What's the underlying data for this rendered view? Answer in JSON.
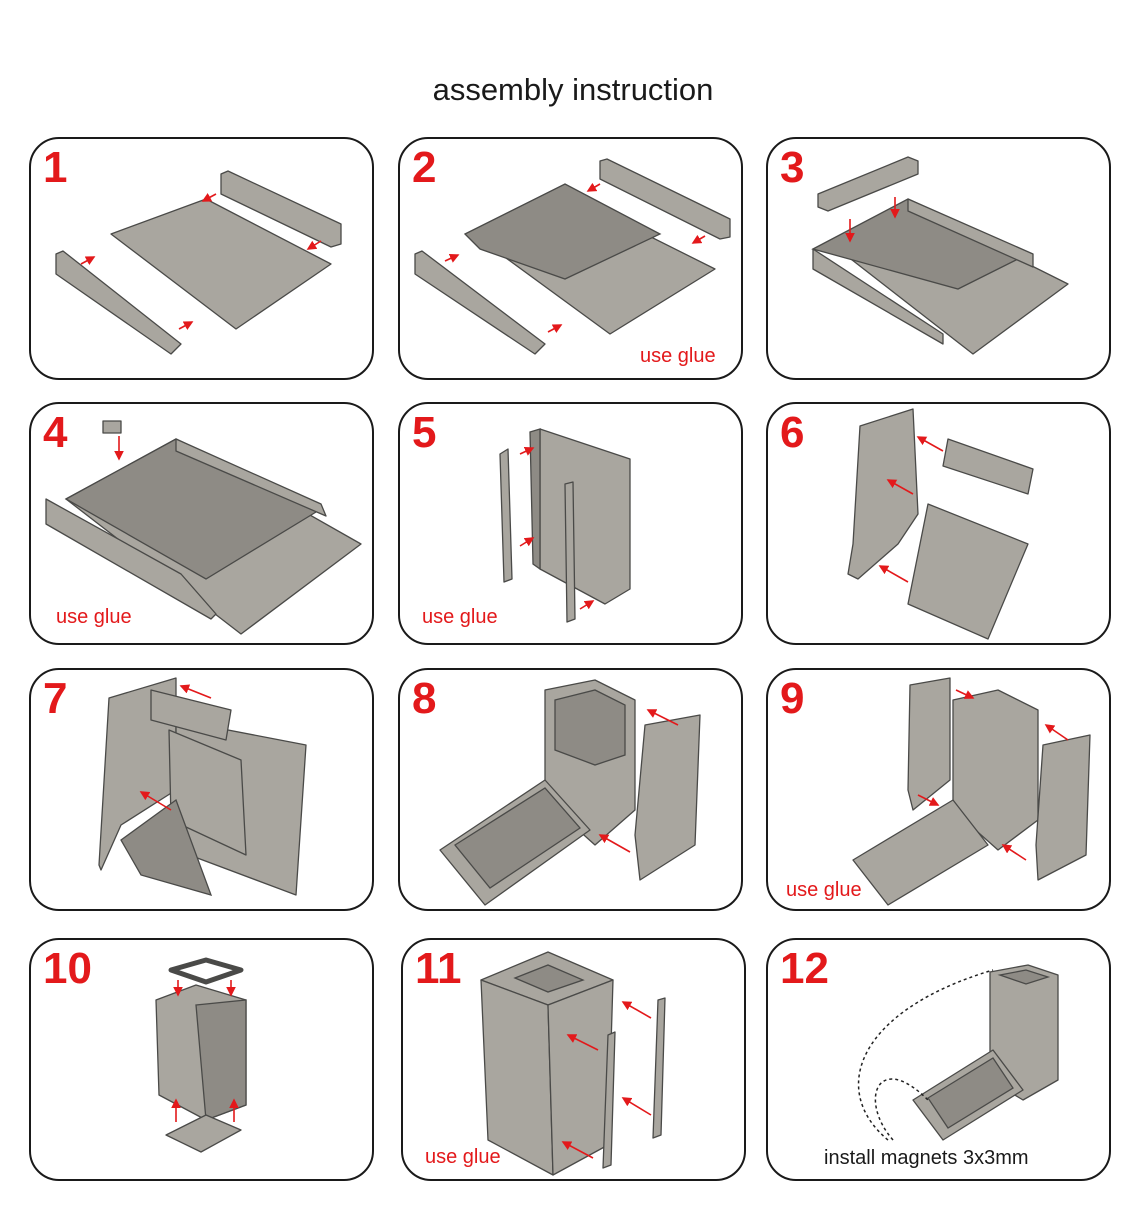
{
  "title": "assembly instruction",
  "accent_color": "#e3191b",
  "steps": [
    {
      "number": "1",
      "caption": ""
    },
    {
      "number": "2",
      "caption": "use glue"
    },
    {
      "number": "3",
      "caption": ""
    },
    {
      "number": "4",
      "caption": "use glue"
    },
    {
      "number": "5",
      "caption": "use glue"
    },
    {
      "number": "6",
      "caption": ""
    },
    {
      "number": "7",
      "caption": ""
    },
    {
      "number": "8",
      "caption": ""
    },
    {
      "number": "9",
      "caption": "use glue"
    },
    {
      "number": "10",
      "caption": ""
    },
    {
      "number": "11",
      "caption": "use glue"
    },
    {
      "number": "12",
      "caption": "install magnets 3x3mm"
    }
  ]
}
